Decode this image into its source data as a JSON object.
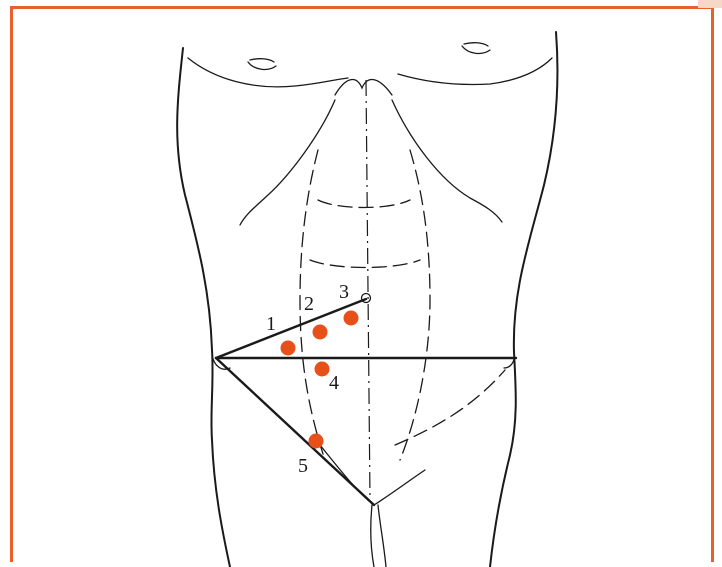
{
  "figure": {
    "colors": {
      "frame": "#e8602c",
      "points": "#e8501a",
      "lines": "#1a1a1a"
    },
    "points": [
      {
        "label": "1"
      },
      {
        "label": "2"
      },
      {
        "label": "3"
      },
      {
        "label": "4"
      },
      {
        "label": "5"
      }
    ]
  }
}
